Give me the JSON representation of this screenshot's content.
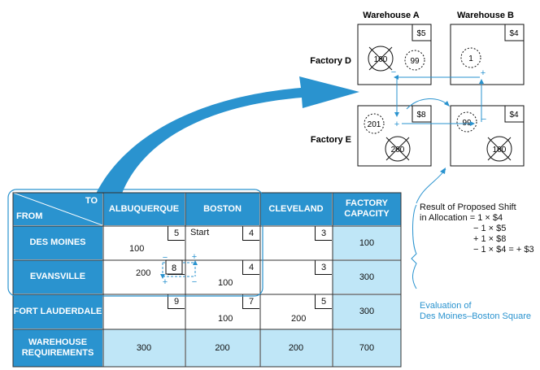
{
  "warehouses": [
    {
      "label": "Warehouse A"
    },
    {
      "label": "Warehouse B"
    }
  ],
  "factories": [
    {
      "label": "Factory D"
    },
    {
      "label": "Factory E"
    }
  ],
  "network": {
    "costs": {
      "DA": "$5",
      "DB": "$4",
      "EA": "$8",
      "EB": "$4"
    },
    "values": {
      "DA_crossed": "100",
      "DA_new": "99",
      "DB_new": "1",
      "EA_new": "201",
      "EA_crossed": "200",
      "EB_new": "99",
      "EB_crossed": "100"
    },
    "signs": {
      "DA": "−",
      "DB": "+",
      "EA": "+",
      "EB": "−"
    }
  },
  "result_note": {
    "title_line1": "Result of Proposed Shift",
    "title_line2": "in Allocation",
    "eq1": "= 1 × $4",
    "eq2": "− 1 × $5",
    "eq3": "+ 1 × $8",
    "eq4": "− 1 × $4 = + $3"
  },
  "evaluation_note": {
    "line1": "Evaluation of",
    "line2": "Des Moines–Boston Square"
  },
  "table": {
    "corner_to": "TO",
    "corner_from": "FROM",
    "columns": [
      "ALBUQUERQUE",
      "BOSTON",
      "CLEVELAND",
      "FACTORY CAPACITY"
    ],
    "rows": [
      {
        "label": "DES MOINES",
        "costs": [
          "5",
          "4",
          "3"
        ],
        "alloc": [
          "100",
          "",
          ""
        ],
        "capacity": "100"
      },
      {
        "label": "EVANSVILLE",
        "costs": [
          "8",
          "4",
          "3"
        ],
        "alloc": [
          "200",
          "100",
          ""
        ],
        "capacity": "300"
      },
      {
        "label": "FORT LAUDERDALE",
        "costs": [
          "9",
          "7",
          "5"
        ],
        "alloc": [
          "",
          "100",
          "200"
        ],
        "capacity": "300"
      }
    ],
    "requirements": {
      "label": "WAREHOUSE REQUIREMENTS",
      "values": [
        "300",
        "200",
        "200",
        "700"
      ]
    },
    "start_label": "Start",
    "loop_signs": {
      "ul": "−",
      "ur": "+",
      "ll": "+",
      "lr": "−"
    }
  },
  "colors": {
    "header_blue": "#2a93cf",
    "capacity_light": "#bfe6f7",
    "arrow_blue": "#2a93cf"
  }
}
